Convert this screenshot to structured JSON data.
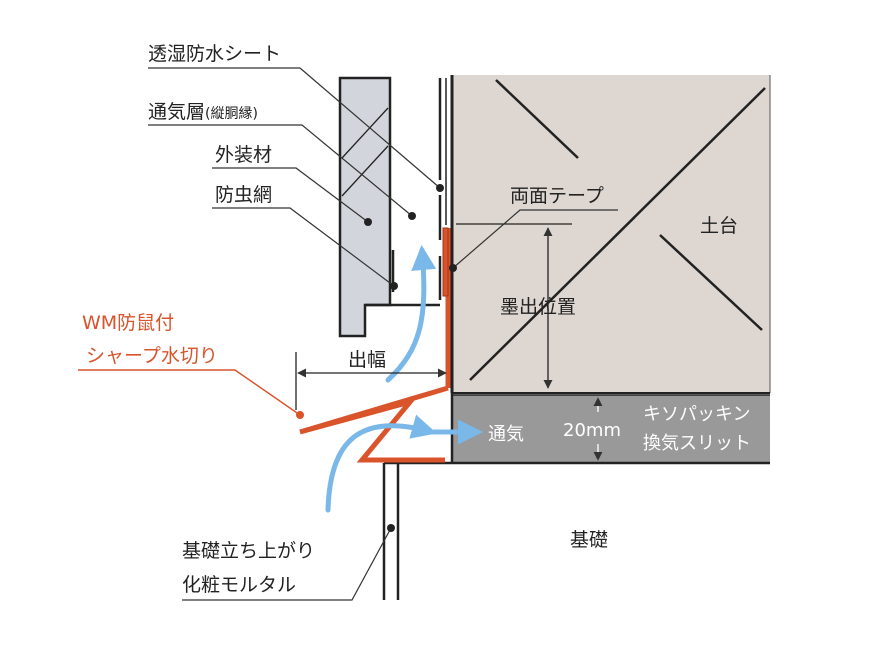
{
  "labels": {
    "moisture_sheet": "透湿防水シート",
    "air_layer": "通気層",
    "air_layer_note": "(縦胴縁)",
    "exterior": "外装材",
    "insect_net": "防虫網",
    "double_tape": "両面テープ",
    "sill": "土台",
    "ink_position": "墨出位置",
    "product_line1": "WM防鼠付",
    "product_line2": "シャープ水切り",
    "overhang": "出幅",
    "ventilation": "通気",
    "gap": "20mm",
    "packing_line1": "キソパッキン",
    "packing_line2": "換気スリット",
    "foundation": "基礎",
    "mortar_line1": "基礎立ち上がり",
    "mortar_line2": "化粧モルタル"
  },
  "colors": {
    "accent_red": "#d9532b",
    "air_blue": "#79b8e8",
    "sill_fill": "#ddd6d1",
    "panel_fill": "#d2d6dc",
    "packing_fill": "#999999",
    "line": "#222222"
  }
}
